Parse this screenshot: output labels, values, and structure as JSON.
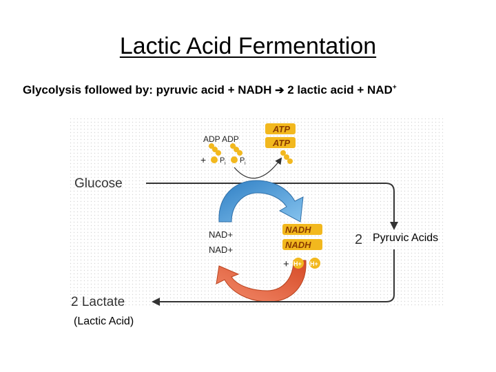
{
  "title": "Lactic Acid Fermentation",
  "equation": {
    "prefix": "Glycolysis followed by: pyruvic acid + NADH ",
    "arrow": "➔",
    "middle": " 2 lactic acid + NAD",
    "sup": "+"
  },
  "diagram": {
    "adp_label": "ADP ADP",
    "plus1": "+",
    "pi1": "P",
    "pi_sub": "i",
    "pi2": "P",
    "atp1": "ATP",
    "atp2": "ATP",
    "glucose": "Glucose",
    "nad1": "NAD+",
    "nad2": "NAD+",
    "nadh1": "NADH",
    "nadh2": "NADH",
    "plus2": "+",
    "h1": "H+",
    "h2": "H+",
    "two": "2",
    "pyruvic_acids": "Pyruvic Acids",
    "lactate": "2 Lactate",
    "lactic_acid": "(Lactic Acid)"
  },
  "colors": {
    "blue_arrow": "#4a9fd8",
    "red_arrow": "#e2643f",
    "gold": "#f2b81e",
    "line": "#333333"
  }
}
